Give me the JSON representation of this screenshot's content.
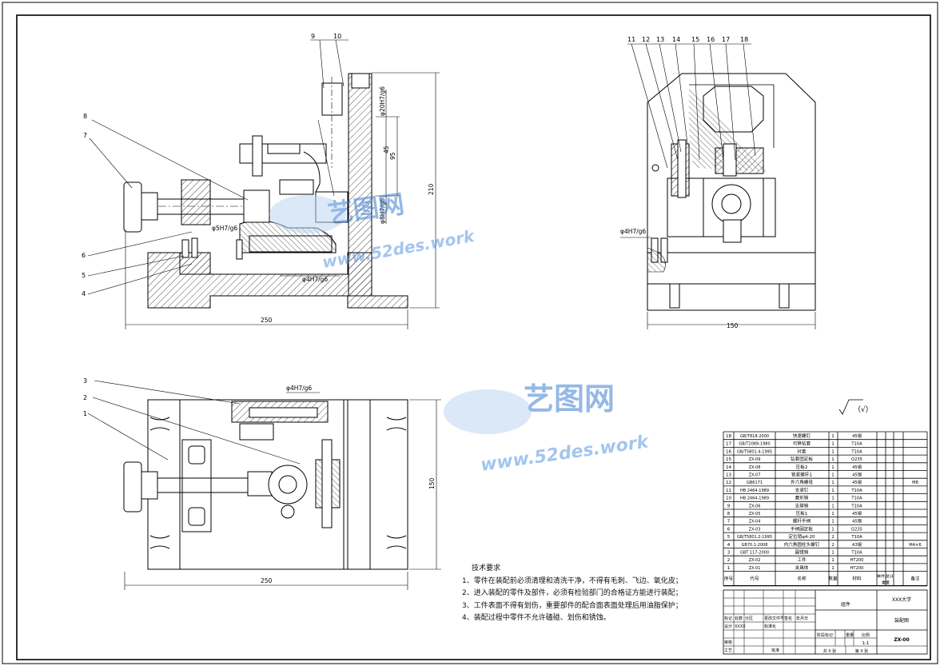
{
  "balloons": {
    "front": [
      "4",
      "5",
      "6",
      "7",
      "8",
      "9",
      "10"
    ],
    "side": [
      "11",
      "12",
      "13",
      "14",
      "15",
      "16",
      "17",
      "18"
    ],
    "top": [
      "1",
      "2",
      "3"
    ]
  },
  "dims": {
    "front_width": "250",
    "front_height": "210",
    "front_fit_a": "φ20H7/g6",
    "front_fit_b": "φ5H7/g6",
    "front_fit_c": "φ4H7/g6",
    "front_fit_d": "φ8H7/g6",
    "front_dim_45": "45",
    "front_dim_95": "95",
    "side_width": "150",
    "side_fit": "φ4H7/g6",
    "top_width": "250",
    "top_height": "150",
    "top_fit": "φ4H7/g6"
  },
  "roughness": "（√）",
  "watermark": {
    "cn": "艺图网",
    "url": "www.52des.work"
  },
  "notes": {
    "title": "技术要求",
    "items": [
      "1、零件在装配前必须清理和清洗干净，不得有毛刺、飞边、氧化皮；",
      "2、进入装配的零件及部件，必须有检验部门的合格证方能进行装配；",
      "3、工件表面不得有划伤，重要部件的配合面表面处理后用油脂保护；",
      "4、装配过程中零件不允许磕碰、划伤和锈蚀。"
    ]
  },
  "bom": {
    "rows": [
      [
        "18",
        "GB/T818-2000",
        "快速螺钉",
        "1",
        "45钢",
        ""
      ],
      [
        "17",
        "GB/T2089-1980",
        "可换钻套",
        "1",
        "T10A",
        ""
      ],
      [
        "16",
        "GB/T5801.4-1995",
        "衬套",
        "1",
        "T10A",
        ""
      ],
      [
        "15",
        "ZX-09",
        "钻套固定板",
        "1",
        "Q235",
        ""
      ],
      [
        "14",
        "ZX-08",
        "压板2",
        "1",
        "45钢",
        ""
      ],
      [
        "13",
        "ZX-07",
        "锁紧螺杆1",
        "1",
        "45钢",
        ""
      ],
      [
        "12",
        "GB6171",
        "外六角螺母",
        "1",
        "45钢",
        "M8"
      ],
      [
        "11",
        "HB 2464-1989",
        "支承钉",
        "1",
        "T10A",
        ""
      ],
      [
        "10",
        "HB 2464-1989",
        "菱形销",
        "1",
        "T10A",
        ""
      ],
      [
        "9",
        "ZX-06",
        "支撑销",
        "1",
        "T10A",
        ""
      ],
      [
        "8",
        "ZX-05",
        "压板1",
        "1",
        "45钢",
        ""
      ],
      [
        "7",
        "ZX-04",
        "螺杆手柄",
        "1",
        "45钢",
        ""
      ],
      [
        "6",
        "ZX-03",
        "手柄固定板",
        "1",
        "Q235",
        ""
      ],
      [
        "5",
        "GB/T5801.2-1995",
        "定位销φ4-20",
        "2",
        "T10A",
        ""
      ],
      [
        "4",
        "GB70.1-2008",
        "内六角圆柱头螺钉",
        "2",
        "A3钢",
        "M4×6"
      ],
      [
        "3",
        "GBT 117-2000",
        "圆锥销",
        "1",
        "T10A",
        ""
      ],
      [
        "2",
        "ZX-02",
        "工件",
        "1",
        "HT200",
        ""
      ],
      [
        "1",
        "ZX-01",
        "夹具体",
        "1",
        "HT200",
        ""
      ]
    ],
    "header": [
      "序号",
      "代号",
      "名称",
      "数量",
      "材料",
      "单件",
      "总计",
      "备注"
    ],
    "header_sub": "重量"
  },
  "title_block": {
    "school": "XXX大学",
    "part_name": "组件",
    "drawing_name": "装配图",
    "drawing_no": "ZX-00",
    "scale": "1:1",
    "designer": "XXXX",
    "labels": {
      "mark": "标记",
      "count": "处数",
      "zone": "分区",
      "change": "更改文件号",
      "signature": "签名",
      "date": "年月日",
      "design": "设计",
      "std": "标准化",
      "stage": "阶段标记",
      "weight": "重量",
      "ratio": "比例",
      "check": "审核",
      "process": "工艺",
      "approve": "批准",
      "sheets": "共 X 张",
      "sheet": "第 X 张"
    }
  }
}
